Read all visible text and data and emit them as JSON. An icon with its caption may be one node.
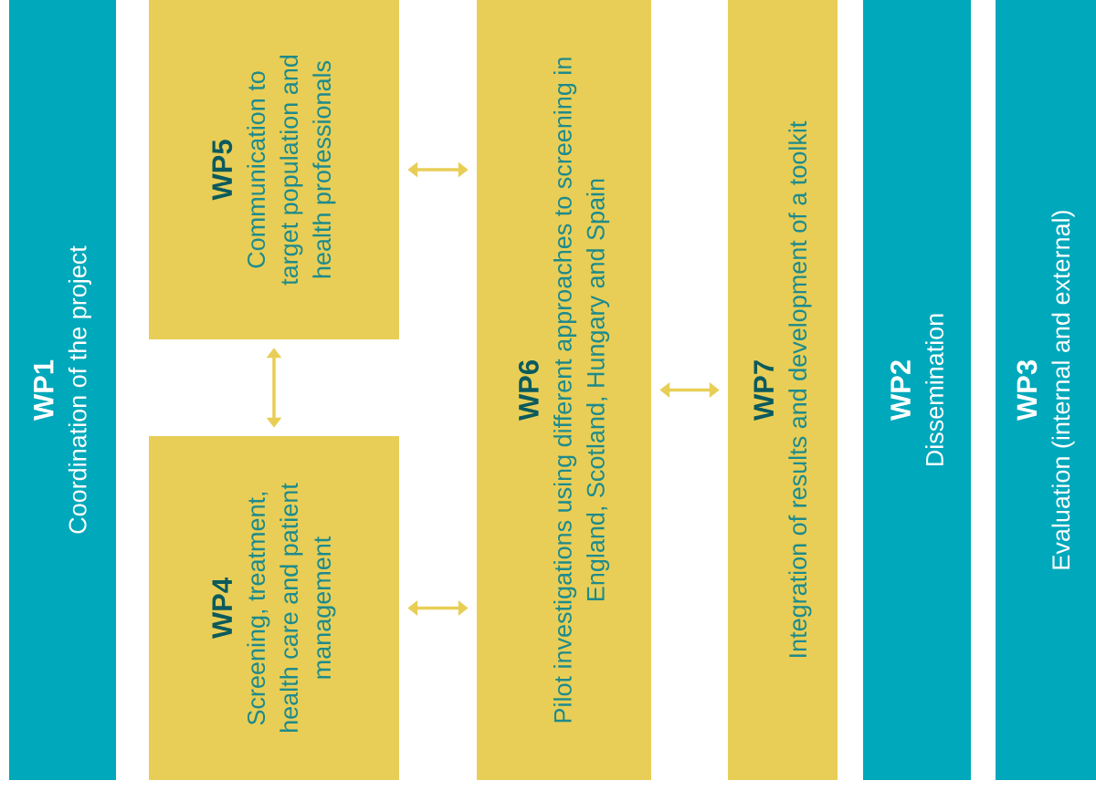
{
  "diagram": {
    "nodes": [
      {
        "text": [
          "WP1",
          "Coordination of the project"
        ]
      },
      {
        "text": [
          "WP5",
          "Communication to target population and health professionals"
        ]
      },
      {
        "text": [
          "WP4",
          "Screening, treatment, health care and patient management"
        ]
      },
      {
        "text": [
          "WP6",
          "Pilot investigations using different approaches to screening in England, Scotland, Hungary and Spain"
        ]
      },
      {
        "text": [
          "WP7",
          "Integration of results and development of a toolkit"
        ]
      },
      {
        "text": [
          "WP2",
          "Dissemination"
        ]
      },
      {
        "text": [
          "WP3",
          "Evaluation (internal and external)"
        ]
      }
    ],
    "edges": [
      {
        "from": 1,
        "to": 3,
        "arrow": "both"
      },
      {
        "from": 1,
        "to": 2,
        "arrow": "both"
      },
      {
        "from": 2,
        "to": 3,
        "arrow": "both"
      },
      {
        "from": 3,
        "to": 4,
        "arrow": "both"
      }
    ]
  }
}
